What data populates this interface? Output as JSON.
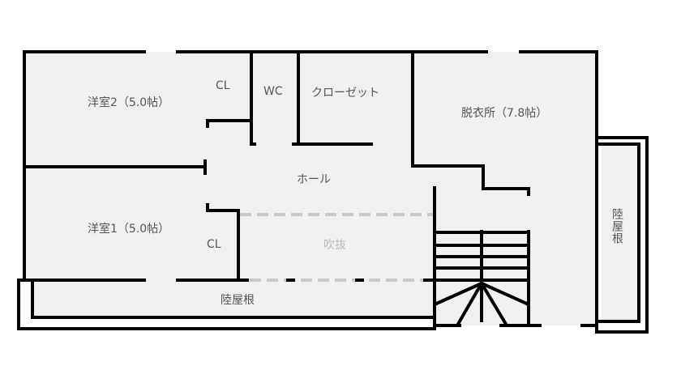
{
  "floor_plan": {
    "rooms": [
      {
        "id": "western-room-2",
        "label": "洋室2（5.0帖）"
      },
      {
        "id": "closet-2",
        "label": "CL"
      },
      {
        "id": "wc",
        "label": "WC"
      },
      {
        "id": "walk-in-closet",
        "label": "クローゼット"
      },
      {
        "id": "dressing-room",
        "label": "脱衣所（7.8帖）"
      },
      {
        "id": "hall",
        "label": "ホール"
      },
      {
        "id": "western-room-1",
        "label": "洋室1（5.0帖）"
      },
      {
        "id": "closet-1",
        "label": "CL"
      },
      {
        "id": "void",
        "label": "吹抜"
      },
      {
        "id": "flat-roof-bottom",
        "label": "陸屋根"
      },
      {
        "id": "flat-roof-right",
        "label": "陸屋根"
      }
    ],
    "colors": {
      "wall": "#000000",
      "floor": "#f0f0f0",
      "text": "#555555",
      "void_text": "#b8b8b8",
      "void_line": "#c8c8c8"
    }
  }
}
